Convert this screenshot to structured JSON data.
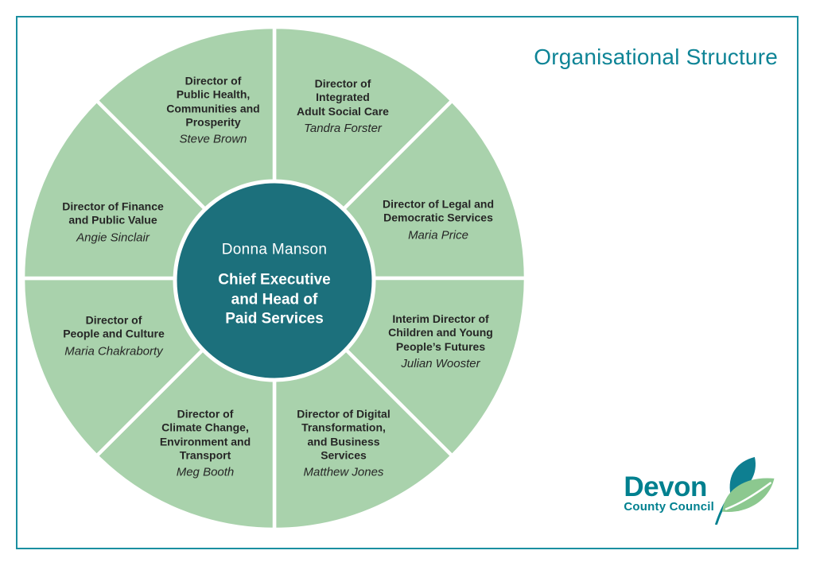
{
  "page": {
    "title": "Organisational Structure"
  },
  "center": {
    "person": "Donna Manson",
    "role": "Chief Executive\nand Head of\nPaid Services"
  },
  "segments": [
    {
      "id": "integrated-adult-social-care",
      "title": "Director of\nIntegrated\nAdult Social Care",
      "person": "Tandra Forster"
    },
    {
      "id": "legal-democratic-services",
      "title": "Director of Legal and\nDemocratic Services",
      "person": "Maria Price"
    },
    {
      "id": "children-young-peoples-futures",
      "title": "Interim Director of\nChildren and Young\nPeople’s Futures",
      "person": "Julian Wooster"
    },
    {
      "id": "digital-transformation-business-services",
      "title": "Director of Digital\nTransformation,\nand Business\nServices",
      "person": "Matthew Jones"
    },
    {
      "id": "climate-change-environment-transport",
      "title": "Director of\nClimate Change,\nEnvironment and\nTransport",
      "person": "Meg Booth"
    },
    {
      "id": "people-and-culture",
      "title": "Director of\nPeople and Culture",
      "person": "Maria Chakraborty"
    },
    {
      "id": "finance-and-public-value",
      "title": "Director of Finance\nand Public Value",
      "person": "Angie Sinclair"
    },
    {
      "id": "public-health-communities-prosperity",
      "title": "Director of\nPublic Health,\nCommunities and\nProsperity",
      "person": "Steve Brown"
    }
  ],
  "logo": {
    "name": "Devon",
    "subtitle": "County Council"
  },
  "colors": {
    "border_teal": "#1b8fa0",
    "title_teal": "#0e8496",
    "segment_green": "#a9d2ac",
    "center_teal": "#1c707c",
    "logo_teal": "#00808f",
    "leaf_green": "#8cc88f",
    "text_dark": "#262626"
  }
}
